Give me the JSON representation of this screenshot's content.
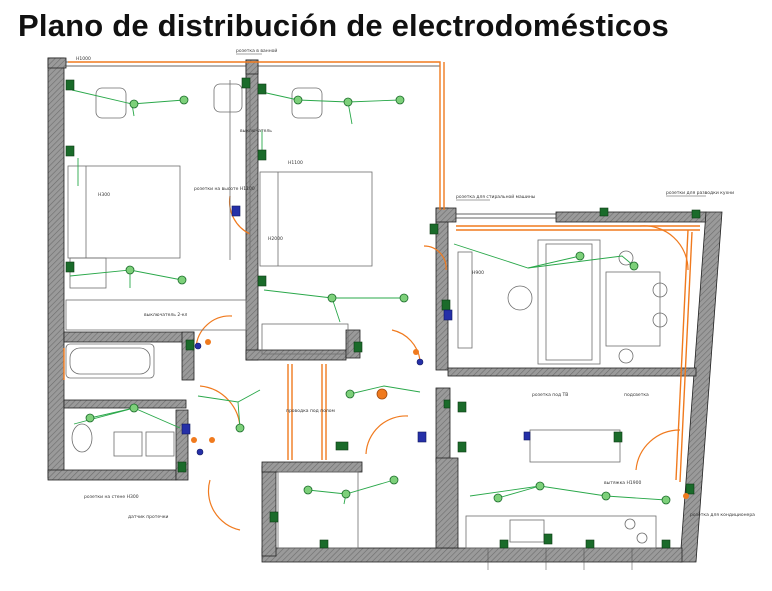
{
  "title": "Plano de distribución de electrodomésticos",
  "colors": {
    "wall_fill": "#8c8c8c",
    "wall_stroke": "#222222",
    "wire": "#2aa84a",
    "conduit": "#f07a1e",
    "device": "#1a6b2a",
    "device_blue": "#2530a8",
    "furniture": "#6e6e6e",
    "fixture_light": "#7dd07a"
  },
  "labels": [
    {
      "id": "l1",
      "text": "розетка для стиральной машины"
    },
    {
      "id": "l2",
      "text": "розетки для разводки кухни"
    },
    {
      "id": "l3",
      "text": "розетка в ванной"
    },
    {
      "id": "l4",
      "text": "выключатель"
    },
    {
      "id": "l5",
      "text": "розетка под ТВ"
    },
    {
      "id": "l6",
      "text": "подсветка"
    },
    {
      "id": "l7",
      "text": "розетки на высоте H1100"
    },
    {
      "id": "l8",
      "text": "H1000"
    },
    {
      "id": "l9",
      "text": "H300"
    },
    {
      "id": "l10",
      "text": "H900"
    },
    {
      "id": "l11",
      "text": "проводка под полом"
    },
    {
      "id": "l12",
      "text": "выключатель 2-кл"
    },
    {
      "id": "l13",
      "text": "H1100"
    },
    {
      "id": "l14",
      "text": "H2000"
    },
    {
      "id": "l15",
      "text": "розетка для кондиционера"
    },
    {
      "id": "l16",
      "text": "вытяжка H1900"
    },
    {
      "id": "l17",
      "text": "розетки на стене H300"
    },
    {
      "id": "l18",
      "text": "датчик протечки"
    }
  ]
}
